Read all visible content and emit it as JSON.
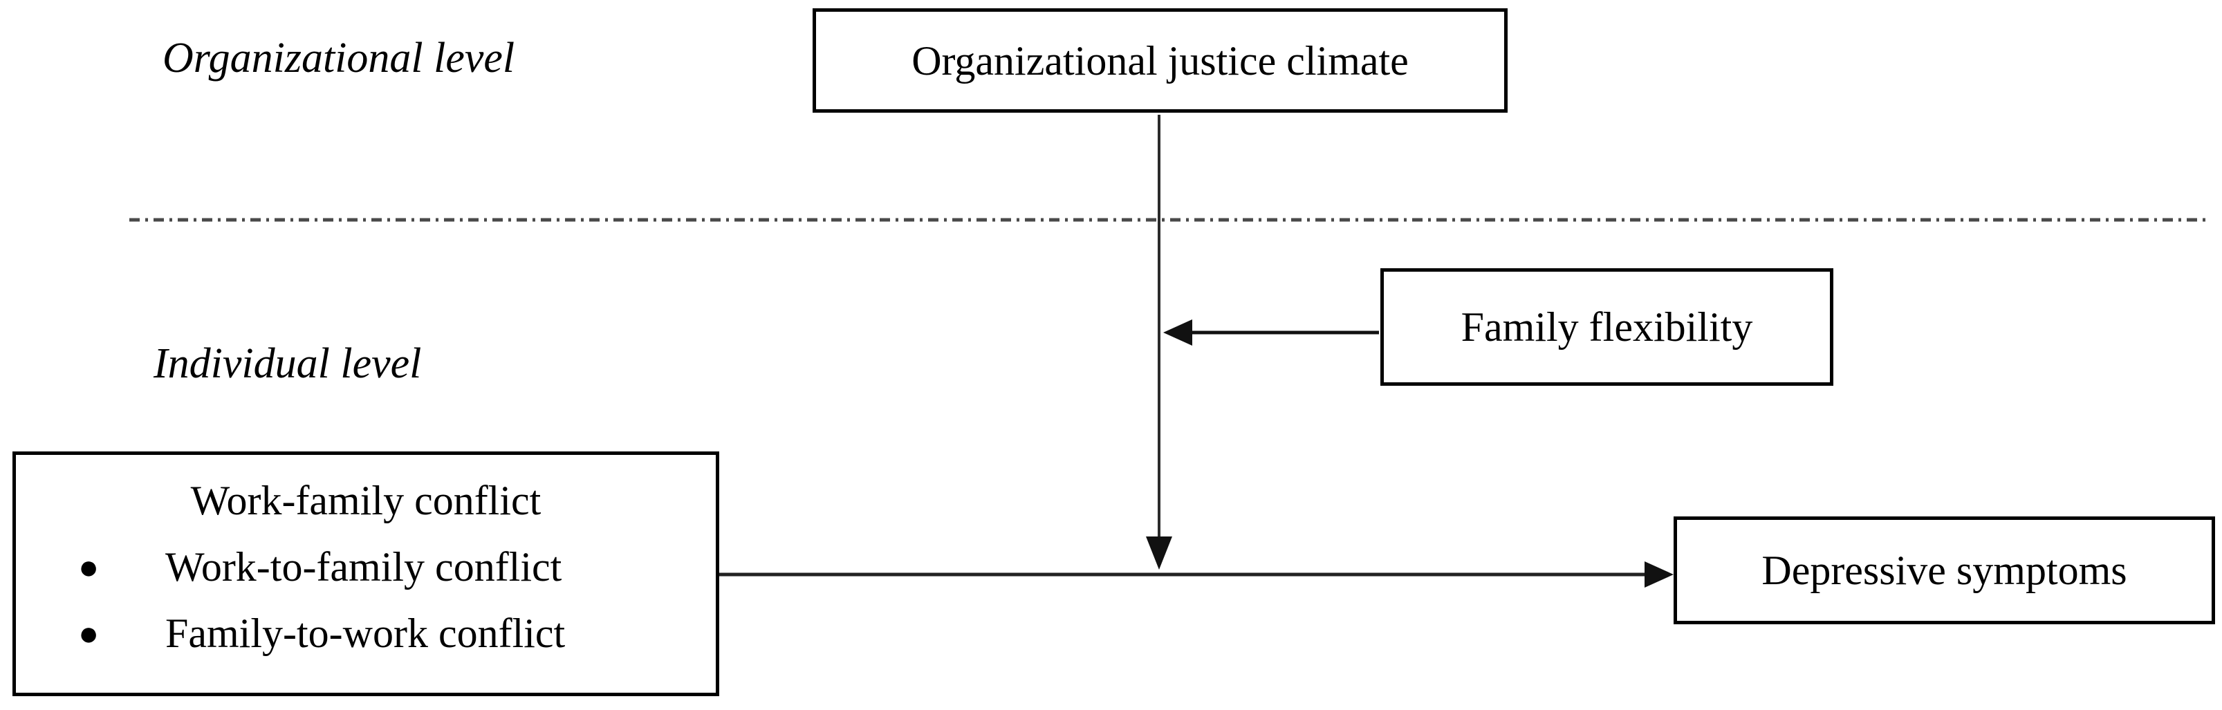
{
  "levels": {
    "organizational": "Organizational level",
    "individual": "Individual level"
  },
  "nodes": {
    "justice_climate": "Organizational justice climate",
    "family_flexibility": "Family flexibility",
    "depressive_symptoms": "Depressive symptoms",
    "work_family_conflict": {
      "title": "Work-family conflict",
      "bullet": "●",
      "items": [
        "Work-to-family conflict",
        "Family-to-work conflict"
      ]
    }
  },
  "colors": {
    "text": "#000000",
    "box_border": "#000000",
    "arrow_line": "#1f1f1f",
    "divider_line": "#4a4a4a",
    "background": "#ffffff"
  }
}
